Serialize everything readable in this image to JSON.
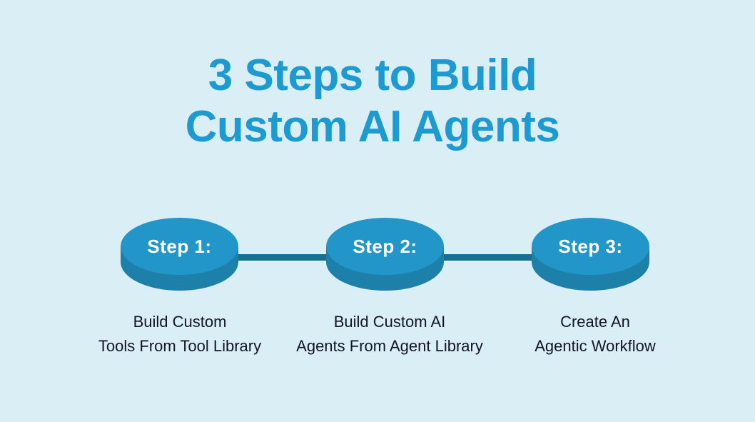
{
  "title": {
    "line1": "3 Steps to Build",
    "line2": "Custom AI Agents"
  },
  "steps": [
    {
      "label": "Step 1:",
      "description_line1": "Build Custom",
      "description_line2": "Tools From Tool Library"
    },
    {
      "label": "Step 2:",
      "description_line1": "Build Custom AI",
      "description_line2": "Agents From Agent Library"
    },
    {
      "label": "Step 3:",
      "description_line1": "Create An",
      "description_line2": "Agentic Workflow"
    }
  ],
  "colors": {
    "background": "#DAEEF5",
    "title_color": "#1C9AD1",
    "cylinder_top": "#2296C9",
    "cylinder_side": "#1C80A9",
    "connector_color": "#17708F",
    "step_label_color": "#FFFFFF",
    "description_color": "#141327"
  }
}
